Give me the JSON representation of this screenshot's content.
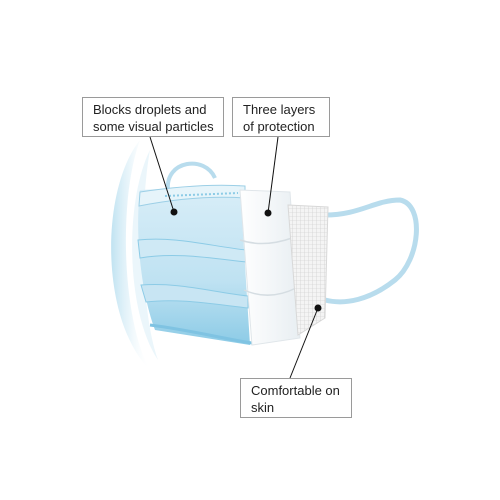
{
  "colors": {
    "mask_blue": "#c9e7f4",
    "mask_blue_dark": "#8ccbe6",
    "mask_white": "#f6f6f6",
    "ear_loop": "#b8dced",
    "callout_border": "#9a9a9a",
    "text": "#222222"
  },
  "callouts": {
    "blocks": {
      "line1": "Blocks droplets and",
      "line2": "some visual particles"
    },
    "layers": {
      "line1": "Three layers",
      "line2": "of protection"
    },
    "skin": {
      "line1": "Comfortable on",
      "line2": "skin"
    }
  }
}
